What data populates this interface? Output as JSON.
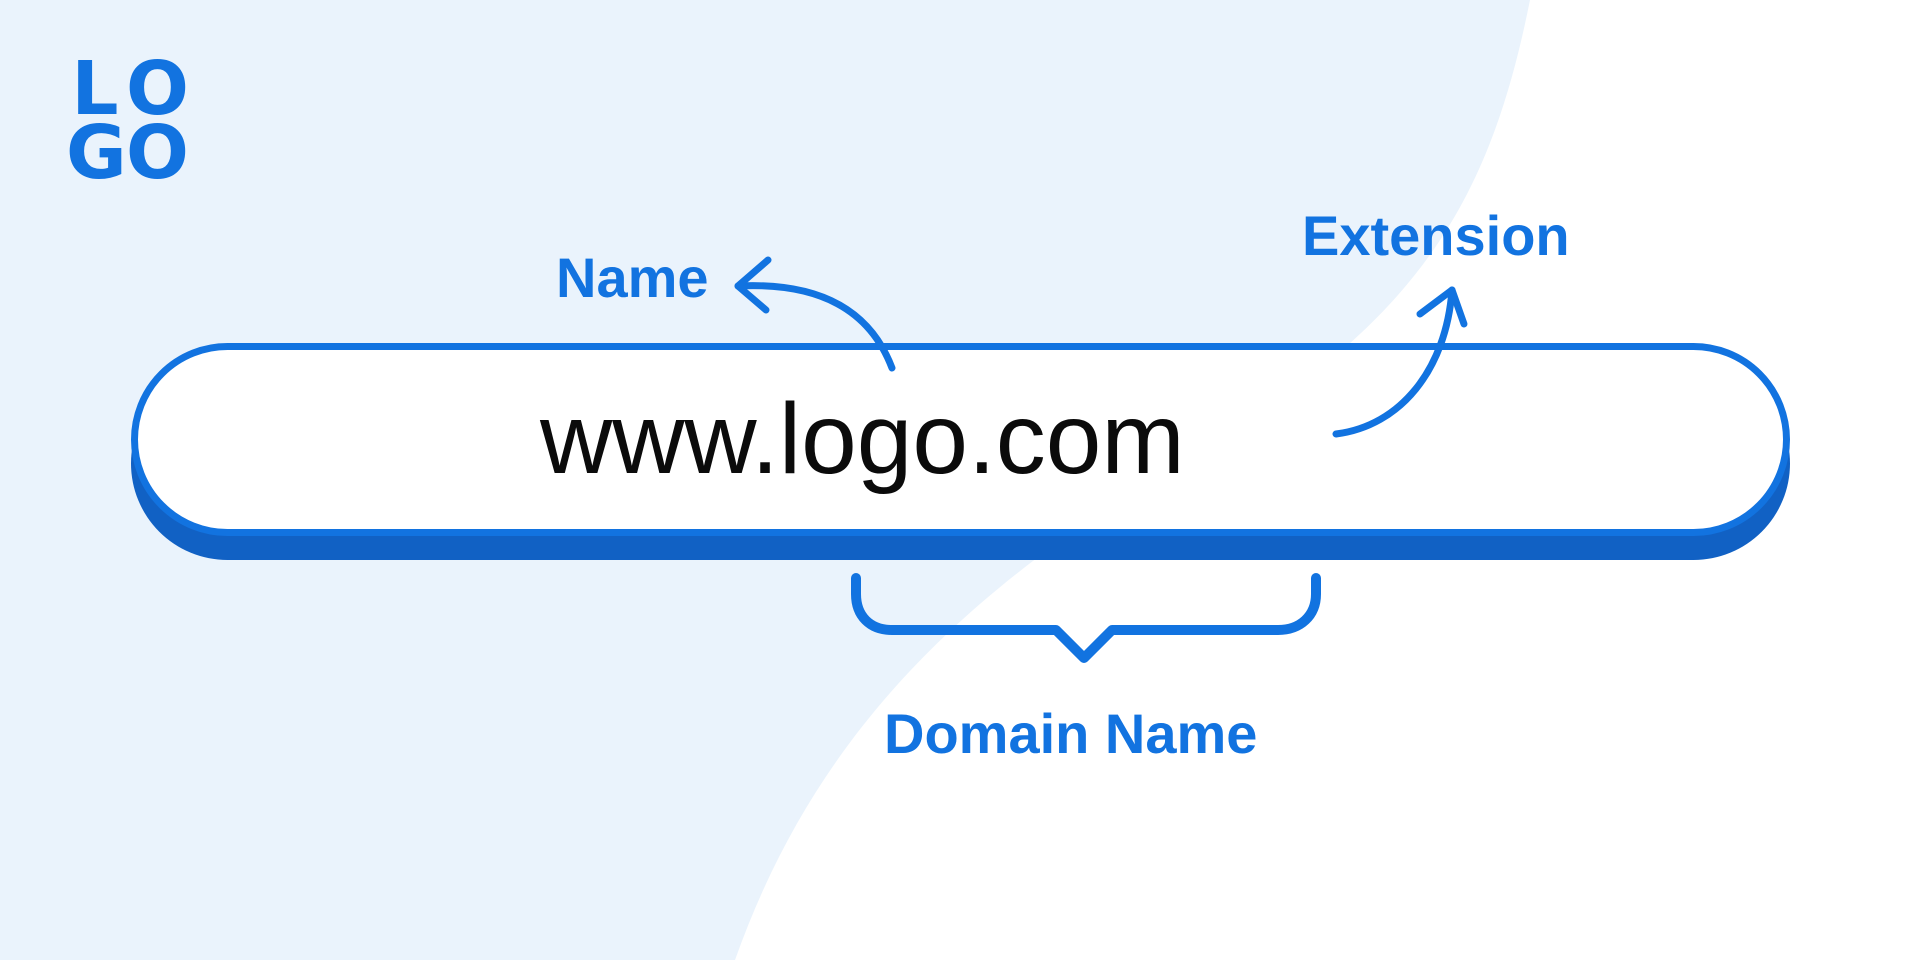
{
  "logo": {
    "letters": [
      "L",
      "O",
      "G",
      "O"
    ]
  },
  "address_bar": {
    "url": "www.logo.com"
  },
  "labels": {
    "name": "Name",
    "extension": "Extension",
    "domain_name": "Domain Name"
  },
  "colors": {
    "accent": "#1273e0",
    "accent_dark": "#1161c4",
    "background_left": "#eaf3fc",
    "background_right": "#ffffff",
    "text": "#0b0b0b"
  },
  "icons": {
    "name_pointer": "curved-arrow-icon",
    "extension_pointer": "curved-arrow-icon",
    "domain_grouping": "curly-brace-icon"
  }
}
